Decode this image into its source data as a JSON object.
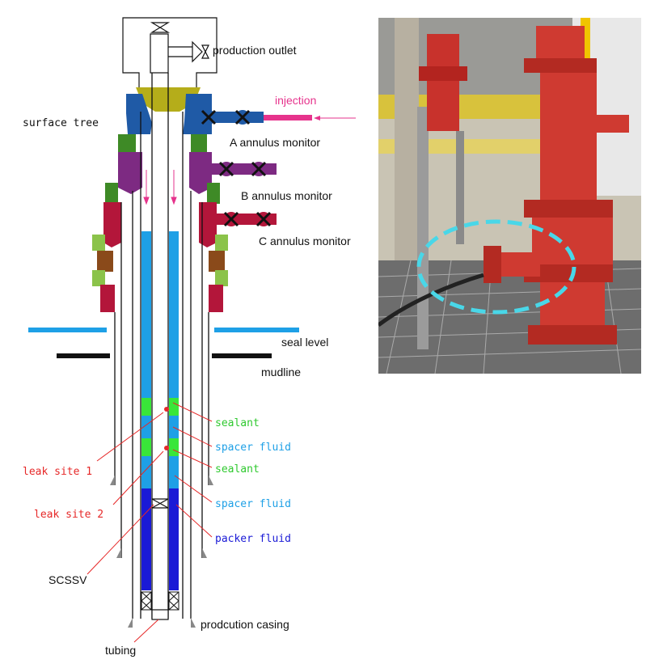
{
  "labels": {
    "production_outlet": "production outlet",
    "injection": "injection",
    "surface_tree": "surface tree",
    "a_annulus": "A annulus monitor",
    "b_annulus": "B annulus monitor",
    "c_annulus": "C annulus monitor",
    "seal_level": "seal level",
    "mudline": "mudline",
    "sealant_1": "sealant",
    "spacer_fluid_1": "spacer fluid",
    "sealant_2": "sealant",
    "spacer_fluid_2": "spacer fluid",
    "packer_fluid": "packer fluid",
    "leak_site_1": "leak site 1",
    "leak_site_2": "leak site 2",
    "scssv": "SCSSV",
    "production_casing": "prodcution casing",
    "tubing": "tubing"
  },
  "colors": {
    "fluid_blue": "#1ea0e6",
    "sealant_green": "#39e639",
    "packer_blue": "#1a1ad6",
    "injection_pink": "#e6338c",
    "leak_red": "#e62828",
    "tree_blue": "#1f5aa6",
    "tree_olive": "#b5ad1a",
    "tree_purple": "#7d2a82",
    "tree_crimson": "#b3163a",
    "tree_green": "#3e8a26",
    "tree_lime": "#8bc34a",
    "tree_brown": "#8a4a1a",
    "sea_blue": "#1ea0e6",
    "valve_red": "#d12c2c",
    "highlight_circle": "#49d7e8"
  },
  "photo": {
    "subject": "red-wellhead-photo"
  }
}
